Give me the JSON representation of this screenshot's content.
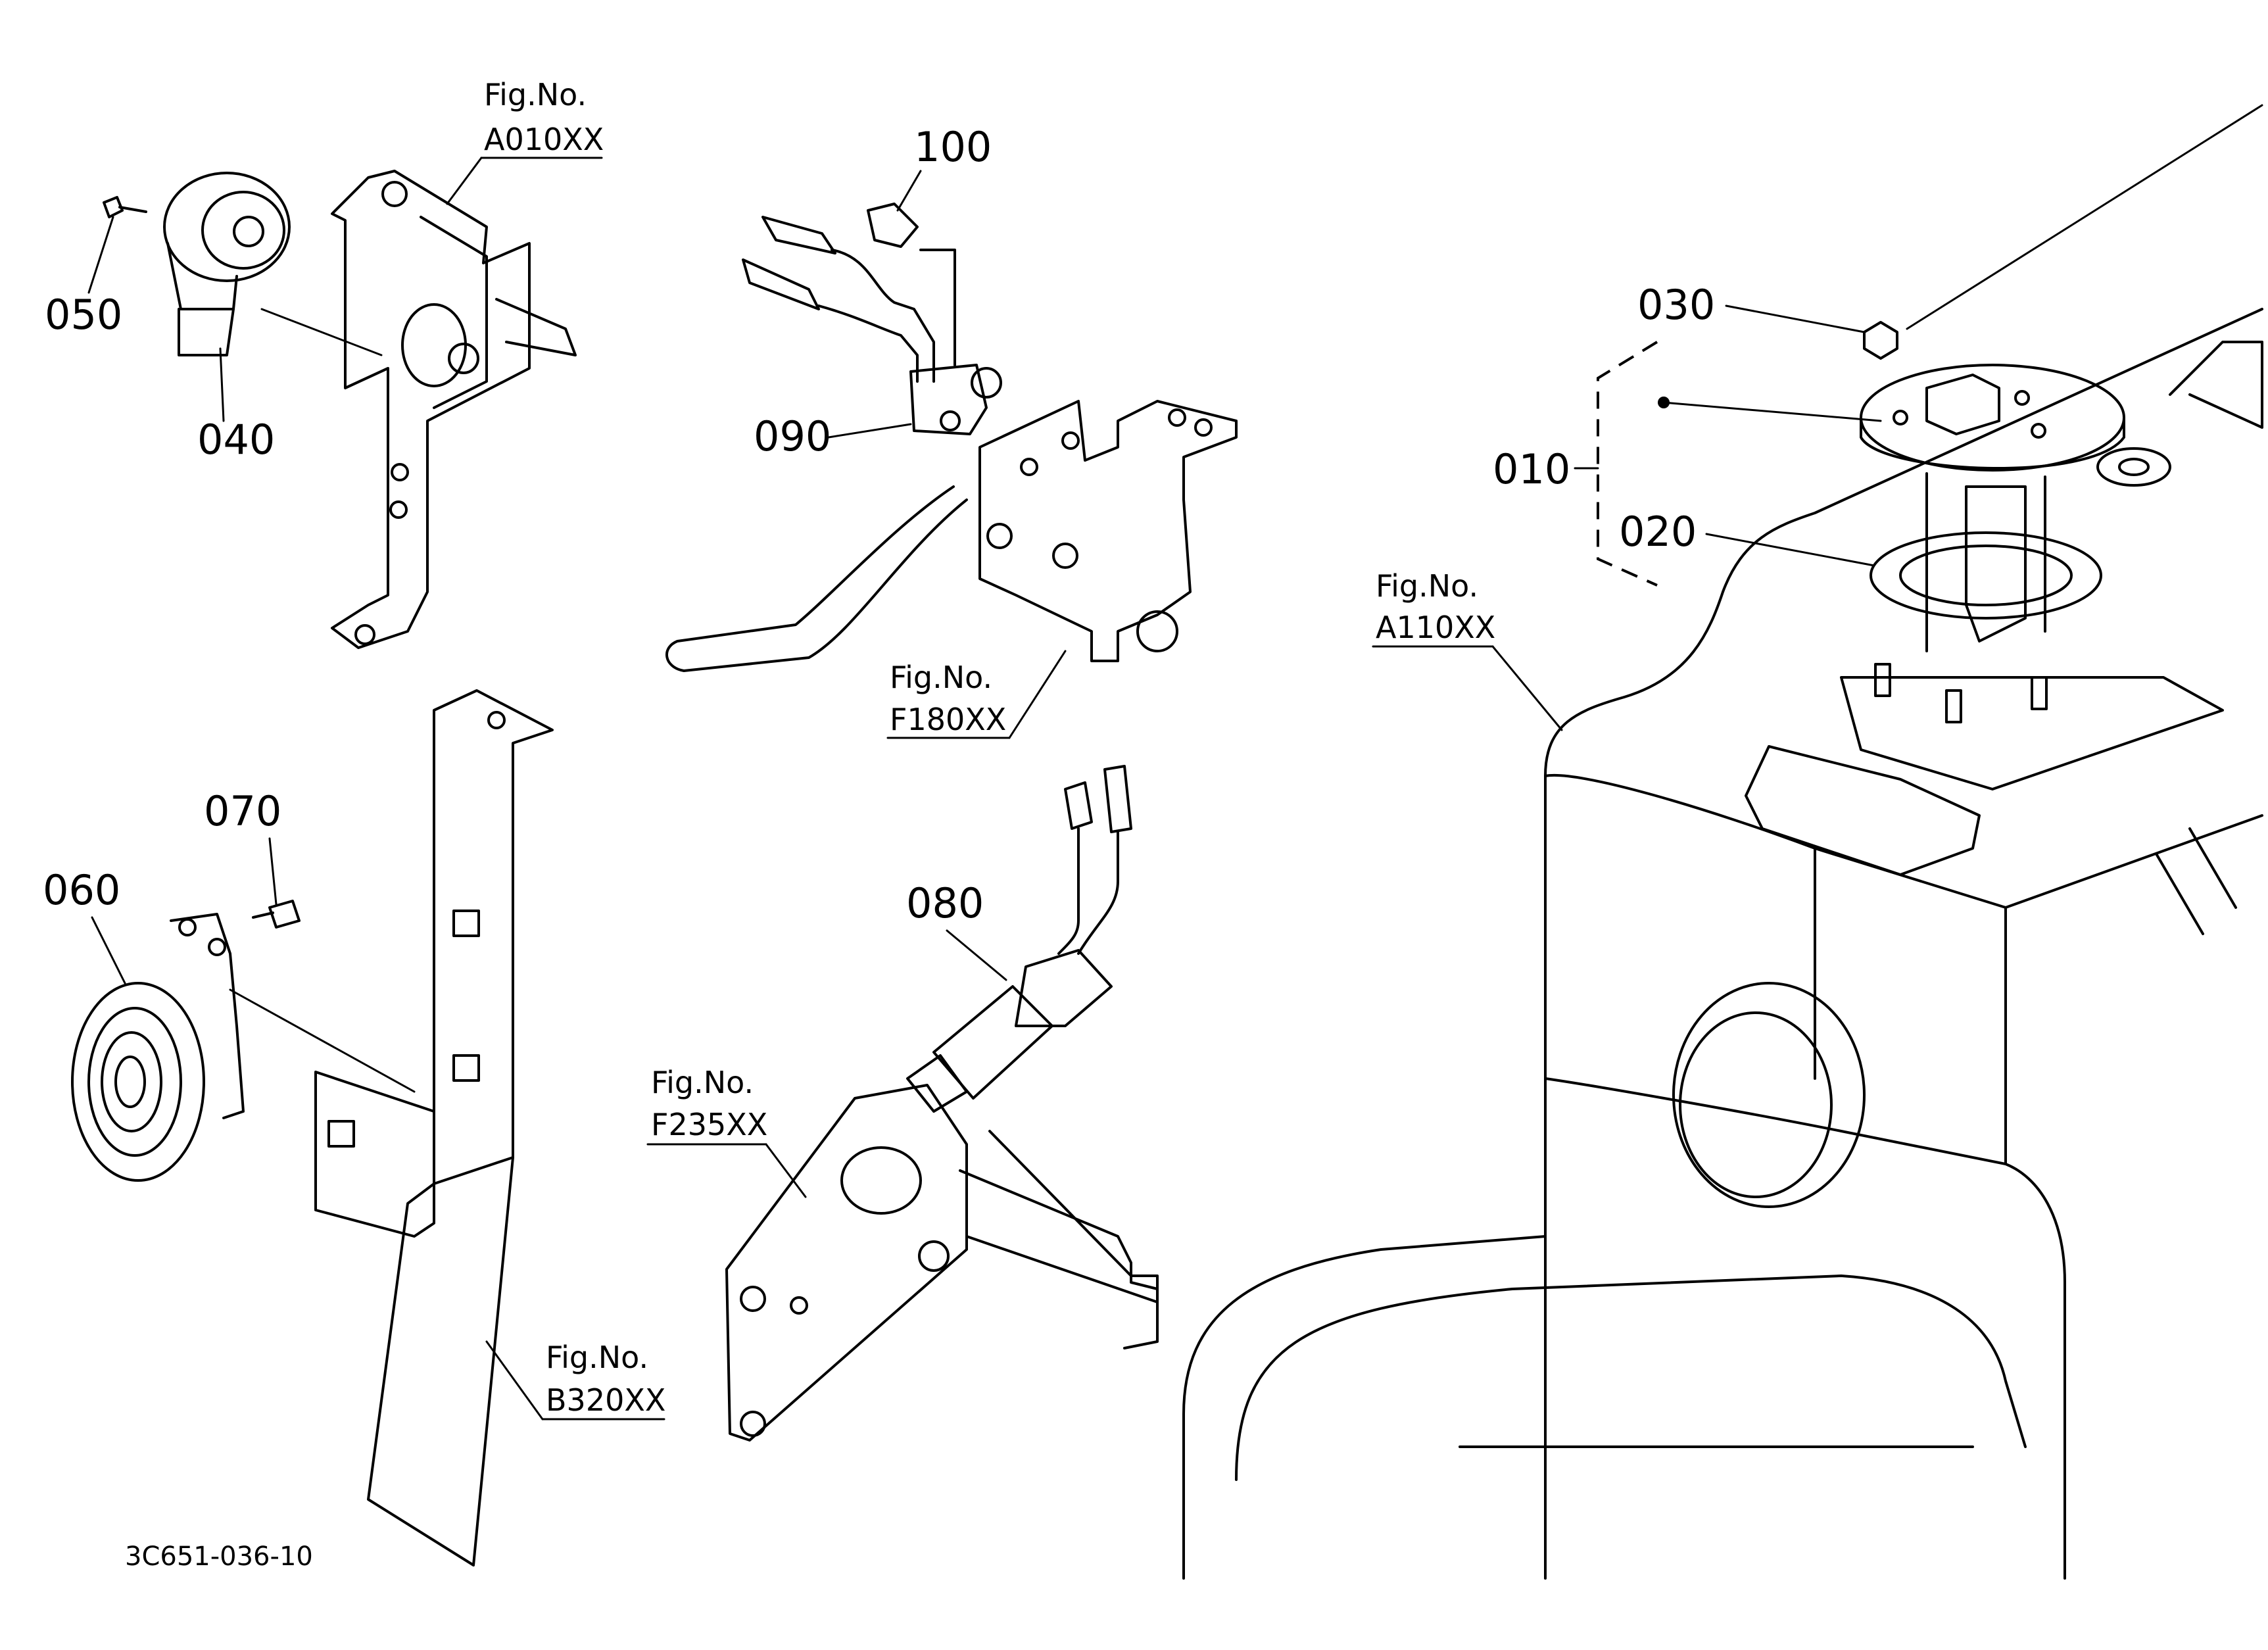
{
  "diagram_id": "3C651-036-10",
  "part_labels": {
    "p010": "010",
    "p020": "020",
    "p030": "030",
    "p040": "040",
    "p050": "050",
    "p060": "060",
    "p070": "070",
    "p080": "080",
    "p090": "090",
    "p100": "100"
  },
  "fig_refs": {
    "a010": {
      "caption": "Fig.No.",
      "code": "A010XX"
    },
    "f180": {
      "caption": "Fig.No.",
      "code": "F180XX"
    },
    "a110": {
      "caption": "Fig.No.",
      "code": "A110XX"
    },
    "b320": {
      "caption": "Fig.No.",
      "code": "B320XX"
    },
    "f235": {
      "caption": "Fig.No.",
      "code": "F235XX"
    }
  }
}
